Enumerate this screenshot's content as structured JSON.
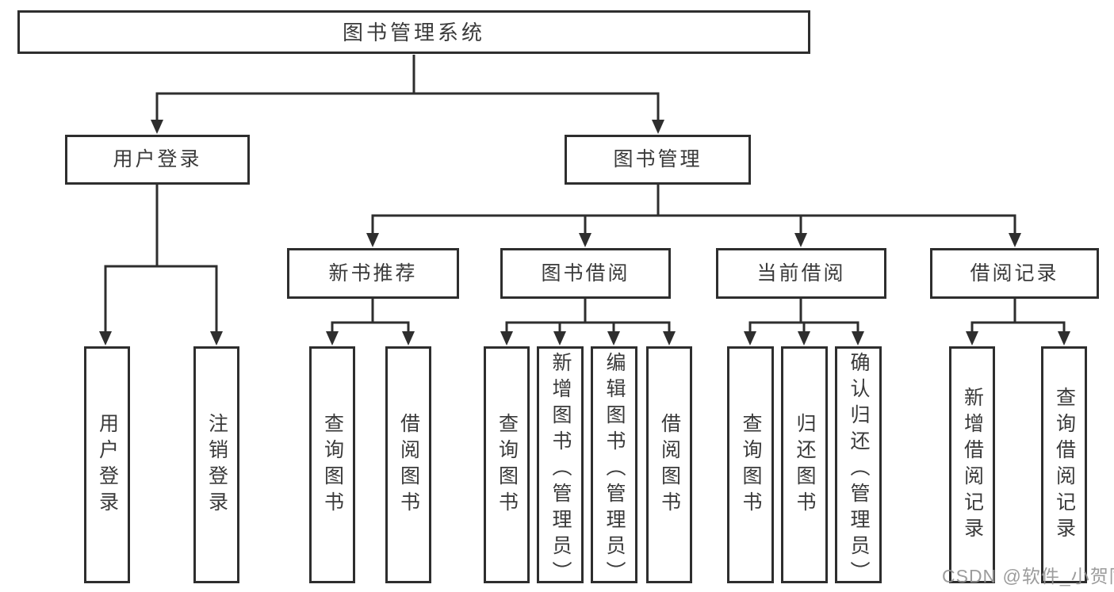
{
  "diagram": {
    "type": "tree",
    "background": "#ffffff",
    "colors": {
      "line": "#2e2e2e",
      "box_border": "#2e2e2e",
      "text": "#3a3a3a",
      "watermark": "#949494"
    }
  },
  "tree": {
    "root": {
      "label": "图书管理系统"
    },
    "branches": [
      {
        "label": "用户登录",
        "leaves": [
          {
            "label": "用户登录"
          },
          {
            "label": "注销登录"
          }
        ]
      },
      {
        "label": "图书管理",
        "groups": [
          {
            "label": "新书推荐",
            "leaves": [
              {
                "label": "查询图书"
              },
              {
                "label": "借阅图书"
              }
            ]
          },
          {
            "label": "图书借阅",
            "leaves": [
              {
                "label": "查询图书"
              },
              {
                "label": "新增图书（管理员）"
              },
              {
                "label": "编辑图书（管理员）"
              },
              {
                "label": "借阅图书"
              }
            ]
          },
          {
            "label": "当前借阅",
            "leaves": [
              {
                "label": "查询图书"
              },
              {
                "label": "归还图书"
              },
              {
                "label": "确认归还（管理员）"
              }
            ]
          },
          {
            "label": "借阅记录",
            "leaves": [
              {
                "label": "新增借阅记录"
              },
              {
                "label": "查询借阅记录"
              }
            ]
          }
        ]
      }
    ]
  },
  "watermark": {
    "text": "CSDN @软件_小贺同学"
  }
}
